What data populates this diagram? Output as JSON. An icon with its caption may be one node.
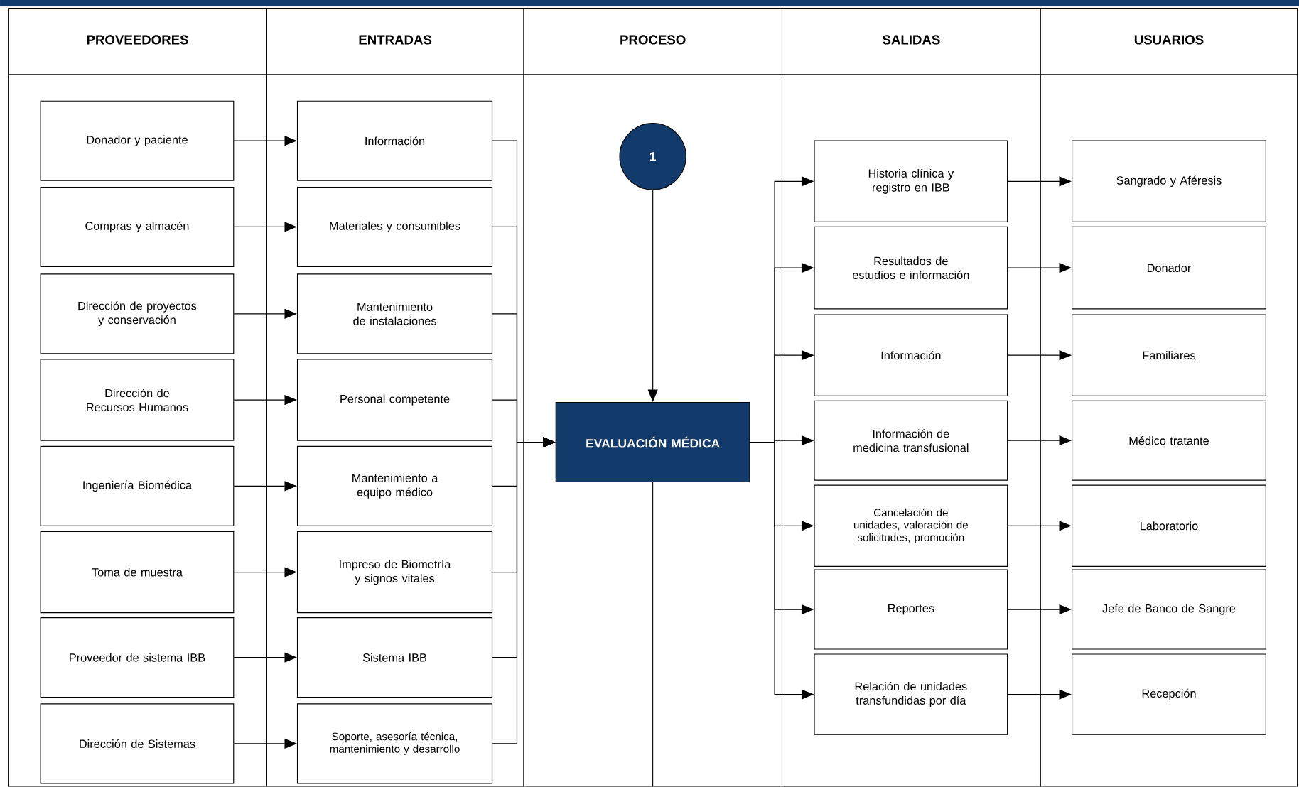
{
  "diagram": {
    "nodes": [
      {
        "text": [
          "Donador y paciente"
        ]
      },
      {
        "text": [
          "Compras y almacén"
        ]
      },
      {
        "text": [
          "Dirección de proyectos y conservación"
        ]
      },
      {
        "text": [
          "Dirección de Recursos Humanos"
        ]
      },
      {
        "text": [
          "Ingeniería Biomédica"
        ]
      },
      {
        "text": [
          "Toma de muestra"
        ]
      },
      {
        "text": [
          "Proveedor de sistema IBB"
        ]
      },
      {
        "text": [
          "Dirección de Sistemas"
        ]
      },
      {
        "text": [
          "Información"
        ]
      },
      {
        "text": [
          "Materiales y consumibles"
        ]
      },
      {
        "text": [
          "Mantenimiento de instalaciones"
        ]
      },
      {
        "text": [
          "Personal competente"
        ]
      },
      {
        "text": [
          "Mantenimiento a equipo médico"
        ]
      },
      {
        "text": [
          "Impreso de Biometría y signos vitales"
        ]
      },
      {
        "text": [
          "Sistema IBB"
        ]
      },
      {
        "text": [
          "Soporte, asesoría técnica, mantenimiento y desarrollo"
        ]
      },
      {
        "text": [
          "1"
        ]
      },
      {
        "text": [
          "EVALUACIÓN MÉDICA"
        ]
      },
      {
        "text": [
          "Historia clínica y registro en IBB"
        ]
      },
      {
        "text": [
          "Resultados de estudios e información"
        ]
      },
      {
        "text": [
          "Información"
        ]
      },
      {
        "text": [
          "Información de medicina transfusional"
        ]
      },
      {
        "text": [
          "Cancelación de unidades, valoración de solicitudes, promoción"
        ]
      },
      {
        "text": [
          "Reportes"
        ]
      },
      {
        "text": [
          "Relación de unidades transfundidas por día"
        ]
      },
      {
        "text": [
          "Sangrado y Aféresis"
        ]
      },
      {
        "text": [
          "Donador"
        ]
      },
      {
        "text": [
          "Familiares"
        ]
      },
      {
        "text": [
          "Médico tratante"
        ]
      },
      {
        "text": [
          "Laboratorio"
        ]
      },
      {
        "text": [
          "Jefe de Banco de Sangre"
        ]
      },
      {
        "text": [
          "Recepción"
        ]
      }
    ],
    "edges": [
      {
        "from": 0,
        "to": 8,
        "arrow": "to"
      },
      {
        "from": 1,
        "to": 9,
        "arrow": "to"
      },
      {
        "from": 2,
        "to": 10,
        "arrow": "to"
      },
      {
        "from": 3,
        "to": 11,
        "arrow": "to"
      },
      {
        "from": 4,
        "to": 12,
        "arrow": "to"
      },
      {
        "from": 5,
        "to": 13,
        "arrow": "to"
      },
      {
        "from": 6,
        "to": 14,
        "arrow": "to"
      },
      {
        "from": 7,
        "to": 15,
        "arrow": "to"
      },
      {
        "from": 8,
        "to": 17,
        "arrow": "to"
      },
      {
        "from": 9,
        "to": 17,
        "arrow": "to"
      },
      {
        "from": 10,
        "to": 17,
        "arrow": "to"
      },
      {
        "from": 11,
        "to": 17,
        "arrow": "to"
      },
      {
        "from": 12,
        "to": 17,
        "arrow": "to"
      },
      {
        "from": 13,
        "to": 17,
        "arrow": "to"
      },
      {
        "from": 14,
        "to": 17,
        "arrow": "to"
      },
      {
        "from": 15,
        "to": 17,
        "arrow": "to"
      },
      {
        "from": 16,
        "to": 17,
        "arrow": "to"
      },
      {
        "from": 17,
        "to": null,
        "arrow": "none"
      },
      {
        "from": 17,
        "to": 18,
        "arrow": "to"
      },
      {
        "from": 17,
        "to": 19,
        "arrow": "to"
      },
      {
        "from": 17,
        "to": 20,
        "arrow": "to"
      },
      {
        "from": 17,
        "to": 21,
        "arrow": "to"
      },
      {
        "from": 17,
        "to": 22,
        "arrow": "to"
      },
      {
        "from": 17,
        "to": 23,
        "arrow": "to"
      },
      {
        "from": 17,
        "to": 24,
        "arrow": "to"
      },
      {
        "from": 18,
        "to": 25,
        "arrow": "to"
      },
      {
        "from": 19,
        "to": 26,
        "arrow": "to"
      },
      {
        "from": 20,
        "to": 27,
        "arrow": "to"
      },
      {
        "from": 21,
        "to": 28,
        "arrow": "to"
      },
      {
        "from": 22,
        "to": 29,
        "arrow": "to"
      },
      {
        "from": 23,
        "to": 30,
        "arrow": "to"
      },
      {
        "from": 24,
        "to": 31,
        "arrow": "to"
      }
    ],
    "labels": [
      "PROVEEDORES",
      "ENTRADAS",
      "PROCESO",
      "SALIDAS",
      "USUARIOS"
    ]
  }
}
